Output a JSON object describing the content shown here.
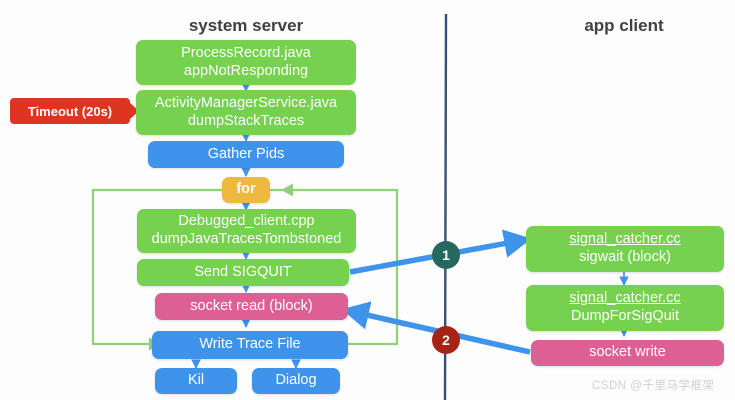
{
  "columns": {
    "left_title": "system server",
    "right_title": "app client"
  },
  "colors": {
    "green": "#76d14e",
    "blue": "#3e93ea",
    "pink": "#dd6095",
    "orange": "#efb93f",
    "red_tag": "#de3520",
    "marker_teal": "#24685f",
    "marker_red": "#a72316",
    "arrow_blue": "#3e93ea",
    "loop_green": "#8fd07a",
    "divider": "#1f3a5f",
    "background": "#fdfdfd"
  },
  "timeout_tag": {
    "label": "Timeout (20s)"
  },
  "nodes": {
    "process_record": {
      "line1": "ProcessRecord.java",
      "line2": "appNotResponding"
    },
    "ams": {
      "line1": "ActivityManagerService.java",
      "line2": "dumpStackTraces"
    },
    "gather_pids": {
      "line1": "Gather Pids"
    },
    "for_loop": {
      "line1": "for"
    },
    "debuggerd": {
      "line1": "Debugged_client.cpp",
      "line2": "dumpJavaTracesTombstoned"
    },
    "send_sigquit": {
      "line1": "Send SIGQUIT"
    },
    "socket_read": {
      "line1": "socket read  (block)"
    },
    "write_trace": {
      "line1": "Write Trace File"
    },
    "kill": {
      "line1": "Kil"
    },
    "dialog": {
      "line1": "Dialog"
    },
    "sigwait": {
      "line1": "signal_catcher.cc",
      "line2": "sigwait  (block)"
    },
    "dump_sigquit": {
      "line1": "signal_catcher.cc",
      "line2": "DumpForSigQuit"
    },
    "socket_write": {
      "line1": "socket write"
    }
  },
  "markers": {
    "one": "1",
    "two": "2"
  },
  "watermark": {
    "text": "CSDN @千里马学框架"
  }
}
